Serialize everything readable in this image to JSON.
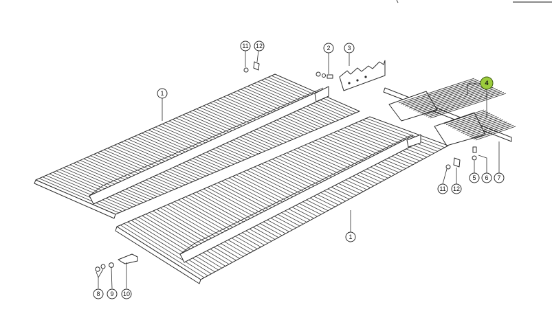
{
  "diagram": {
    "callouts": [
      {
        "id": "c1a",
        "label": "1"
      },
      {
        "id": "c1b",
        "label": "1"
      },
      {
        "id": "c2",
        "label": "2"
      },
      {
        "id": "c3",
        "label": "3"
      },
      {
        "id": "c4",
        "label": "4",
        "highlight": true
      },
      {
        "id": "c5",
        "label": "5"
      },
      {
        "id": "c6",
        "label": "6"
      },
      {
        "id": "c7",
        "label": "7"
      },
      {
        "id": "c8",
        "label": "8"
      },
      {
        "id": "c9",
        "label": "9"
      },
      {
        "id": "c10",
        "label": "10"
      },
      {
        "id": "c11a",
        "label": "11"
      },
      {
        "id": "c11b",
        "label": "11"
      },
      {
        "id": "c12a",
        "label": "12"
      },
      {
        "id": "c12b",
        "label": "12"
      }
    ],
    "highlight_color": "#9ccc3c"
  }
}
